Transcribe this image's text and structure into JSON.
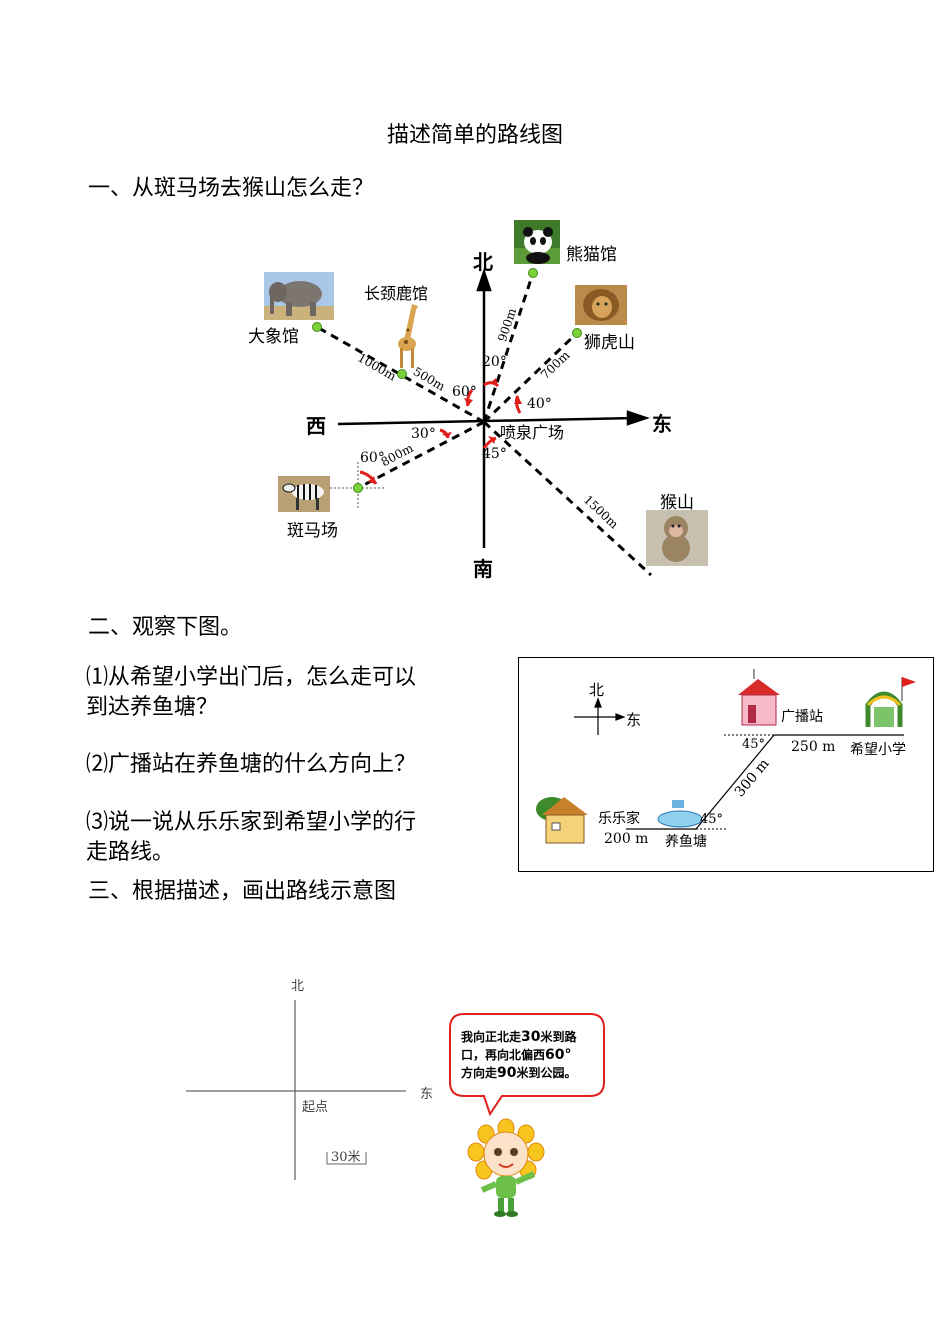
{
  "title": "描述简单的路线图",
  "section1": {
    "heading": "一、从斑马场去猴山怎么走？",
    "directions": {
      "north": "北",
      "south": "南",
      "east": "东",
      "west": "西"
    },
    "center": "喷泉广场",
    "places": {
      "panda": "熊猫馆",
      "giraffe": "长颈鹿馆",
      "elephant": "大象馆",
      "lion": "狮虎山",
      "zebra": "斑马场",
      "monkey": "猴山"
    },
    "distances": {
      "panda": "900m",
      "lion": "700m",
      "giraffe": "500m",
      "elephant": "1000m",
      "zebra": "800m",
      "monkey": "1500m"
    },
    "angles": {
      "panda": "20°",
      "giraffe": "60°",
      "lion": "40°",
      "zebra_center": "30°",
      "monkey": "45°",
      "zebra": "60°"
    }
  },
  "section2": {
    "heading": "二、观察下图。",
    "questions": [
      "⑴从希望小学出门后，怎么走可以",
      "到达养鱼塘？",
      "⑵广播站在养鱼塘的什么方向上？",
      "⑶说一说从乐乐家到希望小学的行",
      "走路线。"
    ],
    "map": {
      "north": "北",
      "east": "东",
      "home": "乐乐家",
      "pond": "养鱼塘",
      "station": "广播站",
      "school": "希望小学",
      "d_home_pond": "200 m",
      "d_pond_station": "300 m",
      "d_station_school": "250 m",
      "angle_pond": "45°",
      "angle_station": "45°"
    }
  },
  "section3": {
    "heading": "三、根据描述，画出路线示意图",
    "north": "北",
    "east": "东",
    "start": "起点",
    "scale": "30米",
    "bubble": {
      "line1_a": "我向正北走",
      "line1_b": "30",
      "line1_c": "米到路",
      "line2_a": "口，再向北偏西",
      "line2_b": "60°",
      "line3_a": "方向走",
      "line3_b": "90",
      "line3_c": "米到公园。"
    }
  }
}
